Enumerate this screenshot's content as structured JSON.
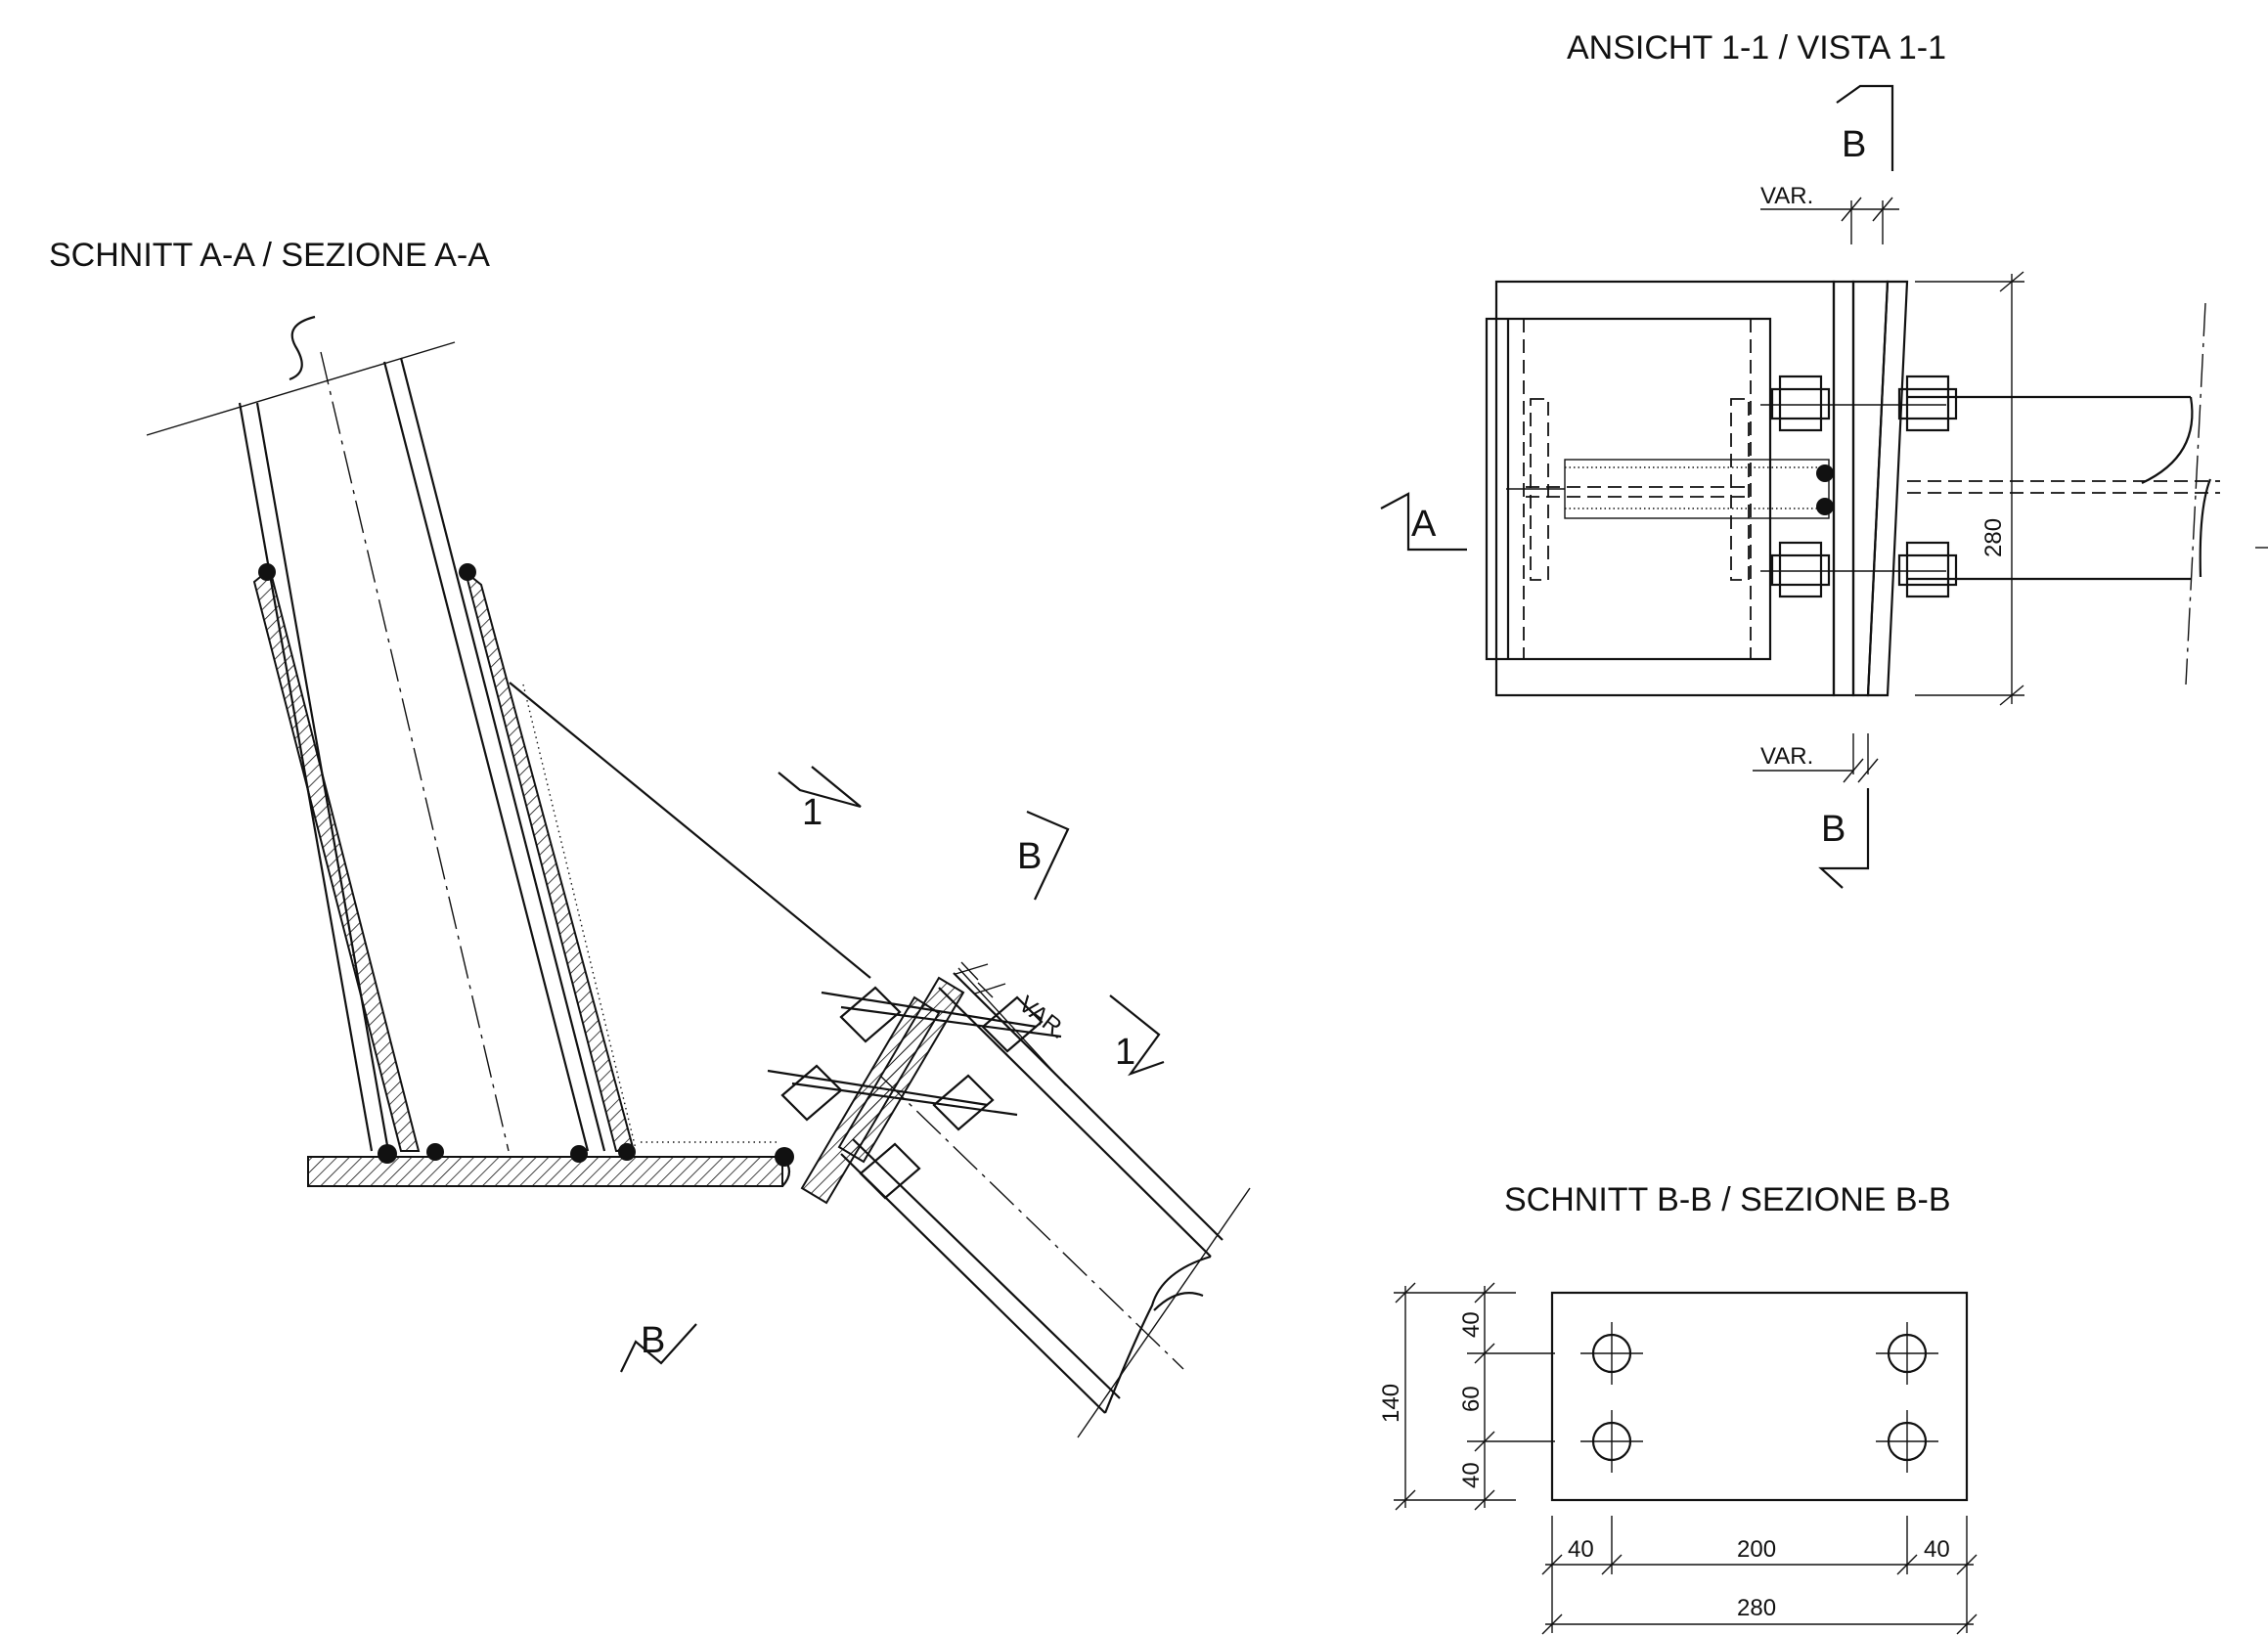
{
  "titles": {
    "section_aa": "SCHNITT A-A / SEZIONE  A-A",
    "view_11": "ANSICHT 1-1 / VISTA 1-1",
    "section_bb": "SCHNITT B-B / SEZIONE B-B"
  },
  "section_marks": {
    "a_left": "A",
    "b_top": "B",
    "b_bottom": "B",
    "b_aa_upper": "B",
    "b_aa_lower": "B",
    "one_upper": "1",
    "one_lower": "1"
  },
  "dimensions": {
    "var_aa": "VAR.",
    "var_top": "VAR.",
    "var_bottom": "VAR.",
    "view_height": "280",
    "bb_total_height": "140",
    "bb_v1": "40",
    "bb_v2": "60",
    "bb_v3": "40",
    "bb_h1": "40",
    "bb_h2": "200",
    "bb_h3": "40",
    "bb_total_width": "280"
  }
}
